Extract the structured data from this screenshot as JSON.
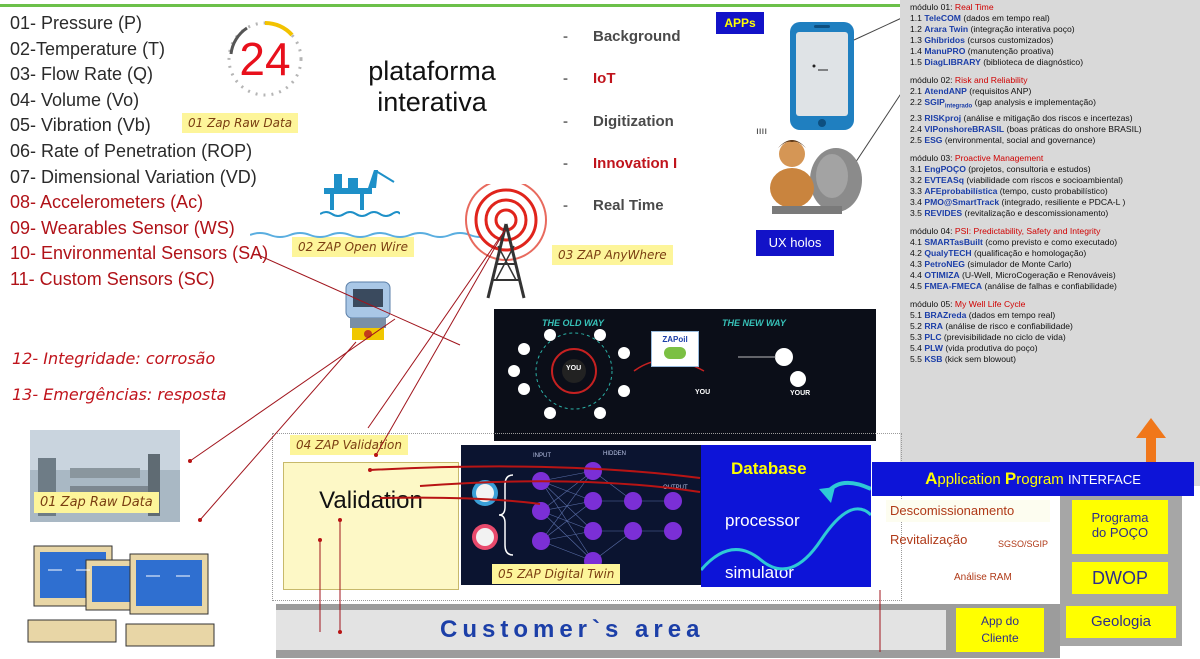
{
  "sensors": [
    "01- Pressure (P)",
    "02-Temperature (T)",
    "03- Flow Rate (Q)",
    "04- Volume (Vo)",
    "05- Vibration (Vb)",
    "06- Rate of Penetration (ROP)",
    "07- Dimensional Variation (VD)",
    "08- Accelerometers (Ac)",
    "09- Wearables Sensor (WS)",
    "10- Environmental Sensors (SA)",
    "11- Custom Sensors (SC)"
  ],
  "handwritten": [
    "12- Integridade: corrosão",
    "13- Emergências: resposta"
  ],
  "clock_number": "24",
  "platform_title_line1": "plataforma",
  "platform_title_line2": "interativa",
  "stickies": {
    "raw_data": "01 Zap Raw Data",
    "open_wire": "02 ZAP Open Wire",
    "anywhere": "03 ZAP AnyWhere",
    "validation": "04 ZAP Validation",
    "raw_data_2": "01 Zap Raw Data",
    "digital_twin": "05 ZAP Digital Twin"
  },
  "bullets": [
    {
      "text": "Background",
      "color": "#4a4a4a"
    },
    {
      "text": "IoT",
      "color": "#c0141c"
    },
    {
      "text": "Digitization",
      "color": "#4a4a4a"
    },
    {
      "text": "Innovation I",
      "color": "#c0141c"
    },
    {
      "text": "Real Time",
      "color": "#4a4a4a"
    }
  ],
  "apps_label": "APPs",
  "ux_label": "UX holos",
  "old_way": "THE OLD WAY",
  "new_way": "THE NEW WAY",
  "zapoil": "ZAPoil",
  "you": "YOU",
  "your_asset": "YOUR",
  "nn_labels": {
    "input": "INPUT",
    "hidden": "HIDDEN",
    "output": "OUTPUT"
  },
  "validation_title": "Validation",
  "database": {
    "title": "Database",
    "processor": "processor",
    "simulator": "simulator"
  },
  "api": {
    "A": "A",
    "pplication": "pplication ",
    "P": "P",
    "rogram": "rogram ",
    "interface": "INTERFACE"
  },
  "decom": "Descomissionamento",
  "revit": "Revitalização",
  "sgso": "SGSO/SGIP",
  "ram": "Análise RAM",
  "programa": [
    "Programa",
    "do POÇO"
  ],
  "dwop": "DWOP",
  "geologia": "Geologia",
  "app_cliente": [
    "App do",
    "Cliente"
  ],
  "customer_area": "Customer`s area",
  "modules": [
    {
      "head": "módulo 01: ",
      "title": "Real Time",
      "items": [
        {
          "n": "1.1 ",
          "name": "TeleCOM",
          "sub": "",
          "desc": " (dados em tempo real)"
        },
        {
          "n": "1.2 ",
          "name": "Arara Twin",
          "sub": "",
          "desc": " (integração interativa poço)"
        },
        {
          "n": "1.3 ",
          "name": "Ghíbridos",
          "sub": "",
          "desc": " (cursos customizados)"
        },
        {
          "n": "1.4 ",
          "name": "ManuPRO",
          "sub": "",
          "desc": " (manutenção proativa)"
        },
        {
          "n": "1.5 ",
          "name": "DiagLIBRARY",
          "sub": "",
          "desc": " (biblioteca de diagnóstico)"
        }
      ]
    },
    {
      "head": "módulo 02: ",
      "title": "Risk and Reliability",
      "items": [
        {
          "n": "2.1 ",
          "name": "AtendANP",
          "sub": "",
          "desc": " (requisitos ANP)"
        },
        {
          "n": "2.2 ",
          "name": "SGIP",
          "sub": "integrado",
          "desc": " (gap analysis e implementação)"
        },
        {
          "n": "2.3 ",
          "name": "RISKproj",
          "sub": "",
          "desc": " (análise e mitigação dos riscos e incertezas)"
        },
        {
          "n": "2.4 ",
          "name": "VIPonshoreBRASIL",
          "sub": "",
          "desc": " (boas práticas do onshore BRASIL)"
        },
        {
          "n": "2.5 ",
          "name": "ESG",
          "sub": "",
          "desc": " (environmental, social and governance)"
        }
      ]
    },
    {
      "head": "módulo 03: ",
      "title": "Proactive Management",
      "items": [
        {
          "n": "3.1 ",
          "name": "EngPOÇO",
          "sub": "",
          "desc": " (projetos, consultoria e estudos)"
        },
        {
          "n": "3.2 ",
          "name": "EVTEASq",
          "sub": "",
          "desc": " (viabilidade com riscos e socioambiental)"
        },
        {
          "n": "3.3 ",
          "name": "AFEprobabilística",
          "sub": "",
          "desc": " (tempo, custo probabilístico)"
        },
        {
          "n": "3.4 ",
          "name": "PMO@SmartTrack",
          "sub": "",
          "desc": " (integrado, resiliente e PDCA-L )"
        },
        {
          "n": "3.5 ",
          "name": "REVIDES",
          "sub": "",
          "desc": " (revitalização e descomissionamento)"
        }
      ]
    },
    {
      "head": "módulo 04: ",
      "title": "PSI: Predictability, Safety and Integrity",
      "items": [
        {
          "n": "4.1 ",
          "name": "SMARTasBuilt",
          "sub": "",
          "desc": " (como previsto e como executado)"
        },
        {
          "n": "4.2 ",
          "name": "QualyTECH",
          "sub": "",
          "desc": " (qualificação e homologação)"
        },
        {
          "n": "4.3 ",
          "name": "PetroNEG",
          "sub": "",
          "desc": " (simulador de Monte Carlo)"
        },
        {
          "n": "4.4 ",
          "name": "OTIMIZA",
          "sub": "",
          "desc": " (U-Well, MicroCogeração e Renováveis)"
        },
        {
          "n": "4.5 ",
          "name": "FMEA-FMECA",
          "sub": "",
          "desc": " (análise de falhas e confiabilidade)"
        }
      ]
    },
    {
      "head": "módulo 05: ",
      "title": "My Well Life Cycle",
      "items": [
        {
          "n": "5.1 ",
          "name": "BRAZreda",
          "sub": "",
          "desc": " (dados em tempo real)"
        },
        {
          "n": "5.2 ",
          "name": "RRA",
          "sub": "",
          "desc": " (análise de risco e confiabilidade)"
        },
        {
          "n": "5.3 ",
          "name": "PLC",
          "sub": "",
          "desc": " (previsibilidade no ciclo de vida)"
        },
        {
          "n": "5.4 ",
          "name": "PLW",
          "sub": "",
          "desc": " (vida produtiva do poço)"
        },
        {
          "n": "5.5 ",
          "name": "KSB",
          "sub": "",
          "desc": " (kick sem blowout)"
        }
      ]
    }
  ]
}
